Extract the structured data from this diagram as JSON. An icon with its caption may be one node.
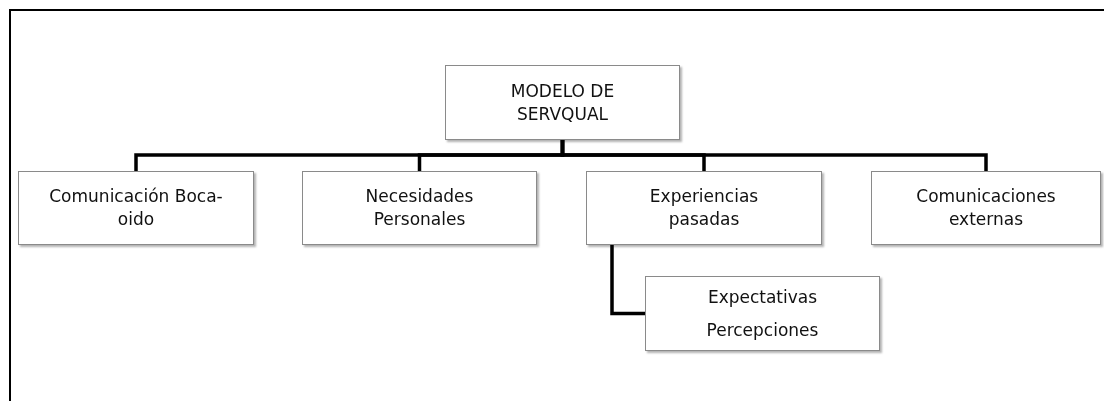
{
  "diagram": {
    "nodes": [
      {
        "text": [
          "MODELO DE SERVQUAL"
        ]
      },
      {
        "text": [
          "Comunicación Boca-oido"
        ]
      },
      {
        "text": [
          "Necesidades Personales"
        ]
      },
      {
        "text": [
          "Experiencias pasadas"
        ]
      },
      {
        "text": [
          "Comunicaciones externas"
        ]
      },
      {
        "text": [
          "Expectativas",
          "Percepciones"
        ]
      }
    ],
    "edges": [
      {
        "from": 0,
        "to": 1,
        "arrow": "none"
      },
      {
        "from": 0,
        "to": 2,
        "arrow": "none"
      },
      {
        "from": 0,
        "to": 3,
        "arrow": "none"
      },
      {
        "from": 0,
        "to": 4,
        "arrow": "none"
      },
      {
        "from": 3,
        "to": 5,
        "arrow": "none"
      }
    ]
  }
}
